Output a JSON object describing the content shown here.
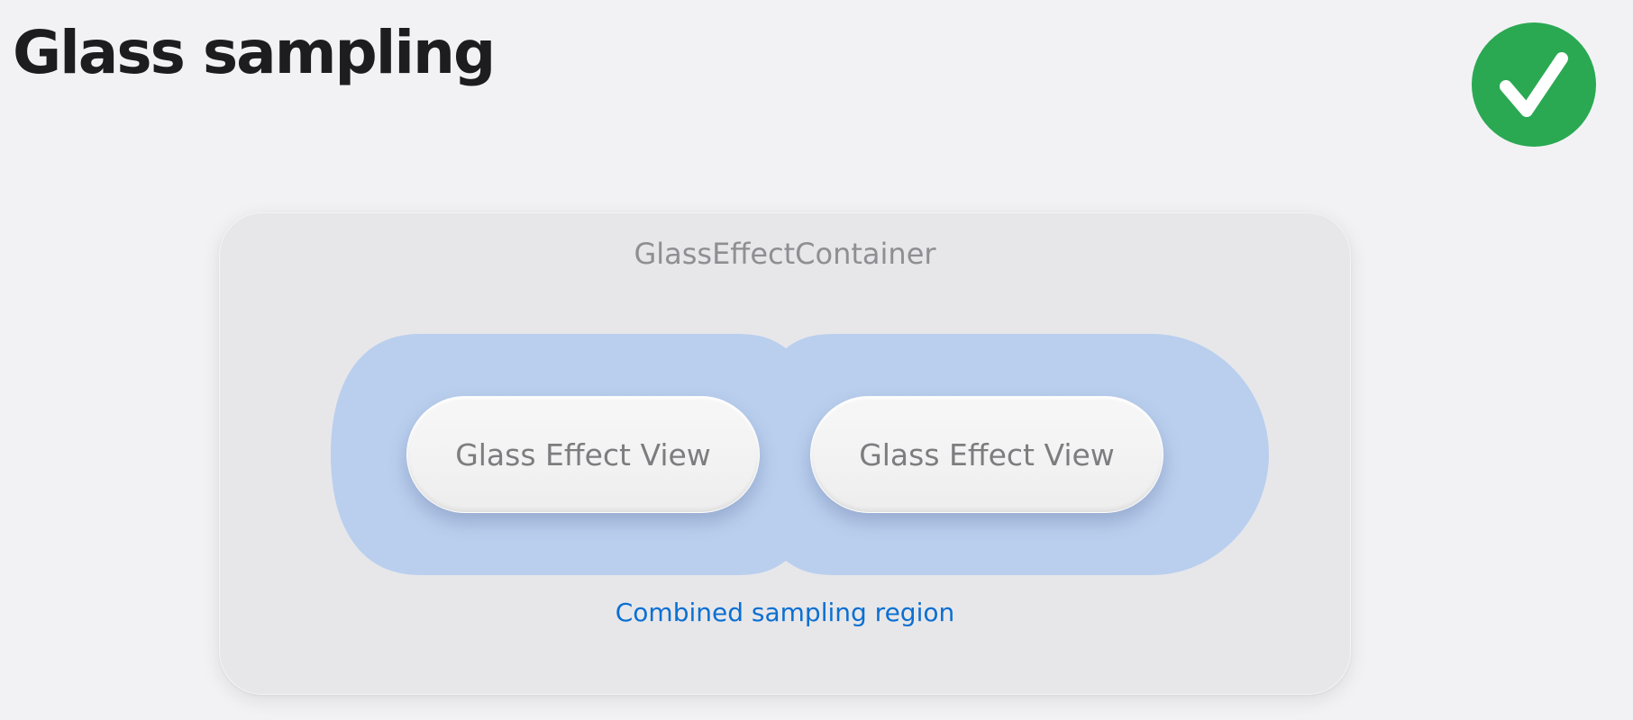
{
  "header": {
    "title": "Glass sampling"
  },
  "status": {
    "icon": "checkmark-icon",
    "color": "#2aa952"
  },
  "diagram": {
    "container_label": "GlassEffectContainer",
    "views": [
      {
        "label": "Glass Effect View"
      },
      {
        "label": "Glass Effect View"
      }
    ],
    "region_label": "Combined sampling region",
    "colors": {
      "region": "#bacfee",
      "container": "#e7e7ea",
      "region_label": "#0b6fd1"
    }
  }
}
